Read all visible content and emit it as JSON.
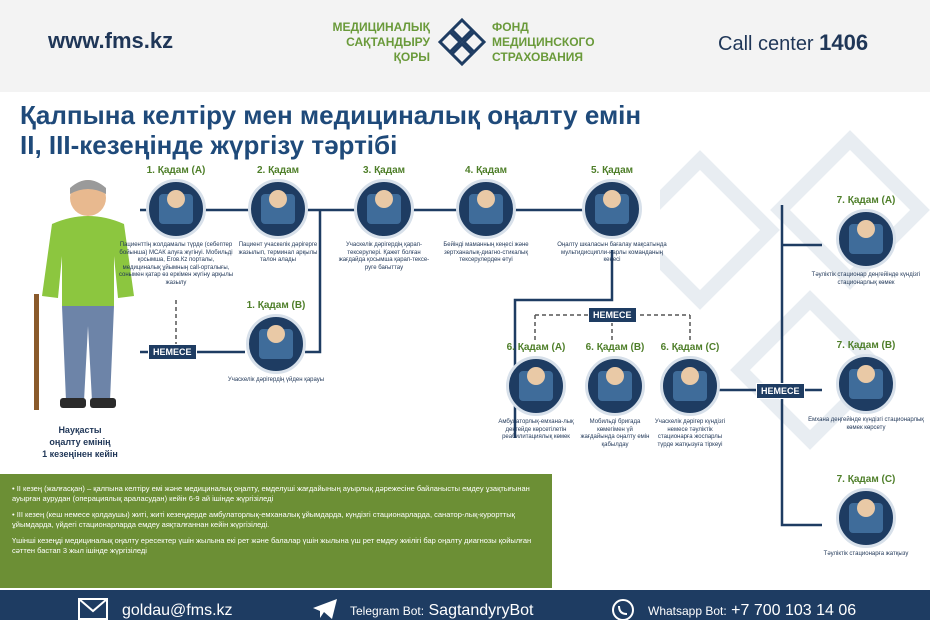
{
  "header": {
    "site": "www.fms.kz",
    "logo_kz": [
      "МЕДИЦИНАЛЫҚ",
      "САҚТАНДЫРУ",
      "ҚОРЫ"
    ],
    "logo_ru": [
      "ФОНД",
      "МЕДИЦИНСКОГО",
      "СТРАХОВАНИЯ"
    ],
    "call_center_label": "Call center",
    "call_center_number": "1406"
  },
  "title": {
    "line1": "Қалпына келтіру мен медициналық оңалту емін",
    "line2": "II, III-кезеңінде жүргізу тәртібі"
  },
  "steps": {
    "s1a": {
      "label": "1. Қадам (А)",
      "desc": "Пациенттің жолдамалы түрде (себептер бойынша) МСАК алуға жүгінуі. Мобильді қосымша, Егов.Кz порталы, медициналық ұйымның call-орталығы, сонымен қатар өз еркімен жүгіну арқылы жазылу"
    },
    "s1b": {
      "label": "1. Қадам (В)",
      "desc": "Учаскелік дәрігердің үйден қарауы"
    },
    "s2": {
      "label": "2. Қадам",
      "desc": "Пациент учаскелік дәрігерге жазылып, терминал арқылы талон алады"
    },
    "s3": {
      "label": "3. Қадам",
      "desc": "Учаскелік дәрігердің қарап-тексерулері. Қажет болған жағдайда қосымша қарап-тексе-руге бағыттау"
    },
    "s4": {
      "label": "4. Қадам",
      "desc": "Бейінді маманның кеңесі және зертханалық-диагно-стикалық тексерулерден өтуі"
    },
    "s5": {
      "label": "5. Қадам",
      "desc": "Оңалту шкаласын бағалау мақсатында мультидисципли-нарлы команданың кеңесі"
    },
    "s6a": {
      "label": "6. Қадам (А)",
      "desc": "Амбулаторлық-емхана-лық деңгейде көрсетілетін реабилитациялық көмек"
    },
    "s6b": {
      "label": "6. Қадам (В)",
      "desc": "Мобильді бригада көмегімен үй жағдайында оңалту емін қабылдау"
    },
    "s6c": {
      "label": "6. Қадам (С)",
      "desc": "Учаскелік дәрігер күндізгі немесе тәуліктік стационарға жоспарлы түрде жатқызуға тіркеуі"
    },
    "s7a": {
      "label": "7. Қадам (А)",
      "desc": "Тәуліктік стационар деңгейінде күндізгі стационарлық көмек"
    },
    "s7b": {
      "label": "7. Қадам (В)",
      "desc": "Емхана деңгейінде күндізгі стационарлық көмек көрсету"
    },
    "s7c": {
      "label": "7. Қадам (С)",
      "desc": "Тәуліктік стационарға жатқызу"
    }
  },
  "badges": {
    "or": "НЕМЕСЕ"
  },
  "person_caption": [
    "Науқасты",
    "оңалту емінің",
    "1 кезеңінен кейін"
  ],
  "info": {
    "p1": "• II кезең (жалғасқан) – қалпына келтіру емі және медициналық оңалту, емделуші жағдайының ауырлық дәрежесіне байланысты емдеу ұзақтығынан ауырған аурудан (операциялық араласудан) кейін 6-9 ай ішінде жүргізіледі",
    "p2": "• III кезең (кеш немесе қолдаушы) житі, житі кезеңдерде амбулаторлық-емханалық ұйымдарда, күндізгі стационарларда, санатор-лық-курорттық ұйымдарда, үйдегі стационарларда емдеу аяқталғаннан кейін жүргізіледі.",
    "p3": "Үшінші кезеңді медициналық оңалту ересектер үшін жылына екі рет және балалар үшін жылына үш рет емдеу жиілігі бар оңалту диагнозы қойылған сәттен бастап 3 жыл ішінде жүргізіледі"
  },
  "footer": {
    "email": "goldau@fms.kz",
    "telegram_label": "Telegram Bot:",
    "telegram_value": "SagtandyryBot",
    "whatsapp_label": "Whatsapp Bot:",
    "whatsapp_value": "+7 700 103 14 06"
  },
  "colors": {
    "navy": "#1e3c62",
    "green": "#6c8f35",
    "label_green": "#4f7f2a"
  }
}
